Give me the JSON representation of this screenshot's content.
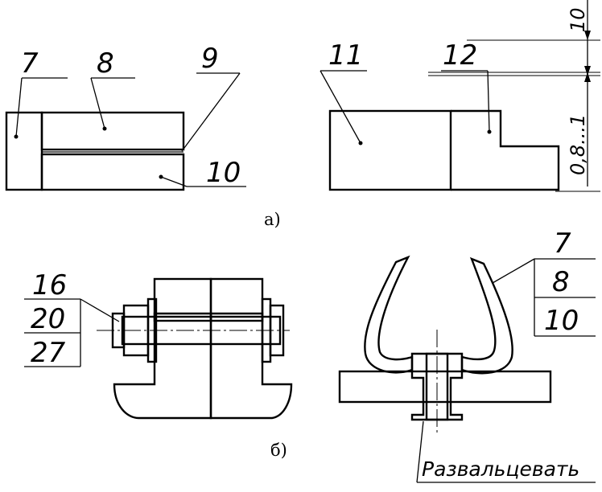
{
  "figure_a": {
    "caption": "а)",
    "labels": {
      "l7": "7",
      "l8": "8",
      "l9": "9",
      "l10": "10",
      "l11": "11",
      "l12": "12"
    },
    "dims": {
      "top": "10",
      "side": "0,8...1"
    }
  },
  "figure_b": {
    "caption": "б)",
    "bolt_labels": {
      "l16": "16",
      "l20": "20",
      "l27": "27"
    },
    "bracket_labels": {
      "l7": "7",
      "l8": "8",
      "l10": "10"
    },
    "note": "Развальцевать"
  }
}
